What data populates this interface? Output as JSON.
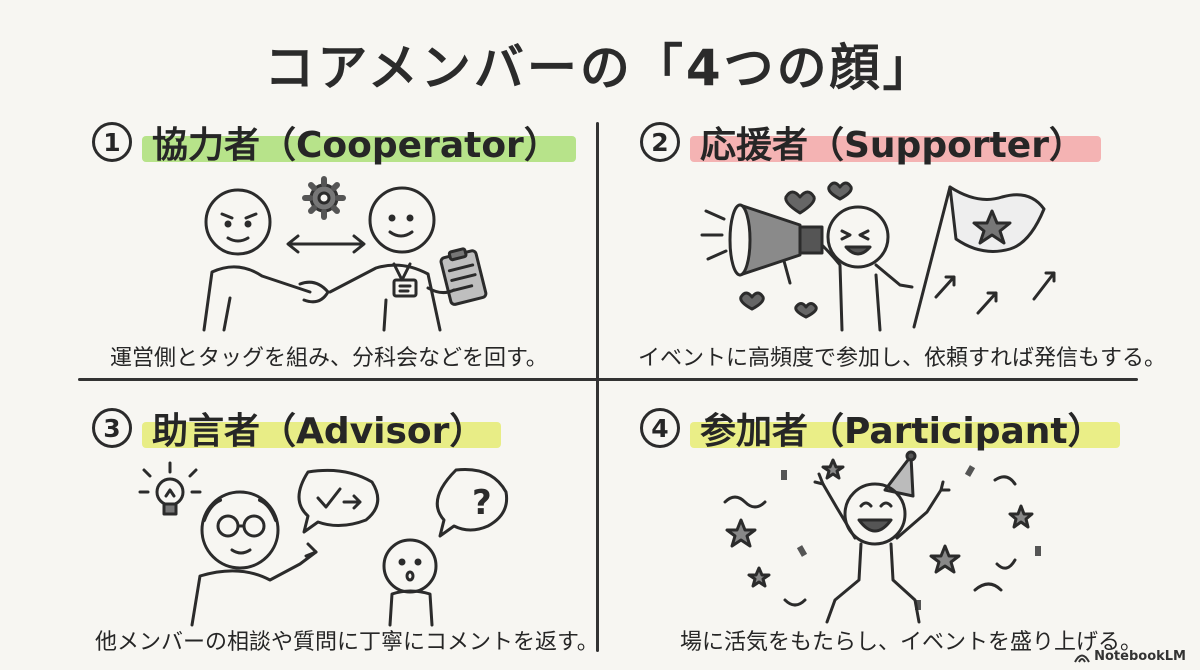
{
  "title": "コアメンバーの「4つの顔」",
  "quadrants": [
    {
      "number": "1",
      "role": "協力者（Cooperator）",
      "highlight": "#a6df6f",
      "caption": "運営側とタッグを組み、分科会などを回す。"
    },
    {
      "number": "2",
      "role": "応援者（Supporter）",
      "highlight": "#f2a2a2",
      "caption": "イベントに高頻度で参加し、依頼すれば発信もする。"
    },
    {
      "number": "3",
      "role": "助言者（Advisor）",
      "highlight": "#e3eb6a",
      "caption": "他メンバーの相談や質問に丁寧にコメントを返す。"
    },
    {
      "number": "4",
      "role": "参加者（Participant）",
      "highlight": "#e6ec6b",
      "caption": "場に活気をもたらし、イベントを盛り上げる。"
    }
  ],
  "illustration_labels": {
    "question_mark": "?"
  },
  "brand": "NotebookLM"
}
